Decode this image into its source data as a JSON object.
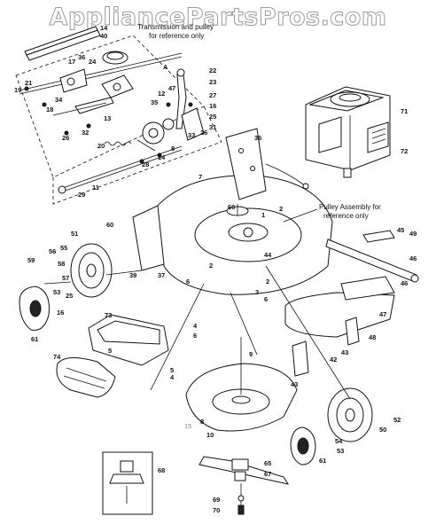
{
  "watermark": "AppliancePartsPros.com",
  "notes": {
    "transmission_line1": "Transmission and pulley",
    "transmission_line2": "for reference only",
    "pulley_line1": "Pulley Assembly for",
    "pulley_line2": "reference only"
  },
  "labels": [
    {
      "id": "p14a",
      "text": "14"
    },
    {
      "id": "p40",
      "text": "40"
    },
    {
      "id": "p17",
      "text": "17"
    },
    {
      "id": "p24",
      "text": "24"
    },
    {
      "id": "p36a",
      "text": "36"
    },
    {
      "id": "p21",
      "text": "21"
    },
    {
      "id": "p19",
      "text": "19"
    },
    {
      "id": "pA",
      "text": "A"
    },
    {
      "id": "p22",
      "text": "22"
    },
    {
      "id": "p23",
      "text": "23"
    },
    {
      "id": "p12",
      "text": "12"
    },
    {
      "id": "p47a",
      "text": "47"
    },
    {
      "id": "p27",
      "text": "27"
    },
    {
      "id": "p16a",
      "text": "16"
    },
    {
      "id": "p34",
      "text": "34"
    },
    {
      "id": "p18",
      "text": "18"
    },
    {
      "id": "p35",
      "text": "35"
    },
    {
      "id": "p13",
      "text": "13"
    },
    {
      "id": "p32",
      "text": "32"
    },
    {
      "id": "p26a",
      "text": "26"
    },
    {
      "id": "p25a",
      "text": "25"
    },
    {
      "id": "p31",
      "text": "31"
    },
    {
      "id": "p33",
      "text": "33"
    },
    {
      "id": "p20",
      "text": "20"
    },
    {
      "id": "p26b",
      "text": "26"
    },
    {
      "id": "p28",
      "text": "28"
    },
    {
      "id": "p14b",
      "text": "14"
    },
    {
      "id": "p8",
      "text": "8"
    },
    {
      "id": "p36b",
      "text": "36"
    },
    {
      "id": "p71",
      "text": "71"
    },
    {
      "id": "p72",
      "text": "72"
    },
    {
      "id": "p7",
      "text": "7"
    },
    {
      "id": "p11",
      "text": "11"
    },
    {
      "id": "p29",
      "text": "29"
    },
    {
      "id": "p1",
      "text": "1"
    },
    {
      "id": "p2a",
      "text": "2"
    },
    {
      "id": "p66",
      "text": "66"
    },
    {
      "id": "p60",
      "text": "60"
    },
    {
      "id": "p51",
      "text": "51"
    },
    {
      "id": "p56",
      "text": "56"
    },
    {
      "id": "p55",
      "text": "55"
    },
    {
      "id": "p58",
      "text": "58"
    },
    {
      "id": "p59",
      "text": "59"
    },
    {
      "id": "p57",
      "text": "57"
    },
    {
      "id": "p53a",
      "text": "53"
    },
    {
      "id": "p25b",
      "text": "25"
    },
    {
      "id": "p16b",
      "text": "16"
    },
    {
      "id": "p61a",
      "text": "61"
    },
    {
      "id": "p39",
      "text": "39"
    },
    {
      "id": "p37",
      "text": "37"
    },
    {
      "id": "p6a",
      "text": "6"
    },
    {
      "id": "p2b",
      "text": "2"
    },
    {
      "id": "p44",
      "text": "44"
    },
    {
      "id": "p3",
      "text": "3"
    },
    {
      "id": "p2c",
      "text": "2"
    },
    {
      "id": "p6b",
      "text": "6"
    },
    {
      "id": "p45",
      "text": "45"
    },
    {
      "id": "p49",
      "text": "49"
    },
    {
      "id": "p46a",
      "text": "46"
    },
    {
      "id": "p46b",
      "text": "46"
    },
    {
      "id": "p47b",
      "text": "47"
    },
    {
      "id": "p48",
      "text": "48"
    },
    {
      "id": "p43a",
      "text": "43"
    },
    {
      "id": "p42",
      "text": "42"
    },
    {
      "id": "p43b",
      "text": "43"
    },
    {
      "id": "p73",
      "text": "73"
    },
    {
      "id": "p4a",
      "text": "4"
    },
    {
      "id": "p6c",
      "text": "6"
    },
    {
      "id": "p5a",
      "text": "5"
    },
    {
      "id": "p74",
      "text": "74"
    },
    {
      "id": "p5b",
      "text": "5"
    },
    {
      "id": "p4b",
      "text": "4"
    },
    {
      "id": "p9",
      "text": "9"
    },
    {
      "id": "p15",
      "text": "15"
    },
    {
      "id": "p8b",
      "text": "8"
    },
    {
      "id": "p10",
      "text": "10"
    },
    {
      "id": "p52",
      "text": "52"
    },
    {
      "id": "p50",
      "text": "50"
    },
    {
      "id": "p54",
      "text": "54"
    },
    {
      "id": "p53b",
      "text": "53"
    },
    {
      "id": "p61b",
      "text": "61"
    },
    {
      "id": "p68",
      "text": "68"
    },
    {
      "id": "p65",
      "text": "65"
    },
    {
      "id": "p67",
      "text": "67"
    },
    {
      "id": "p69",
      "text": "69"
    },
    {
      "id": "p70",
      "text": "70"
    }
  ]
}
